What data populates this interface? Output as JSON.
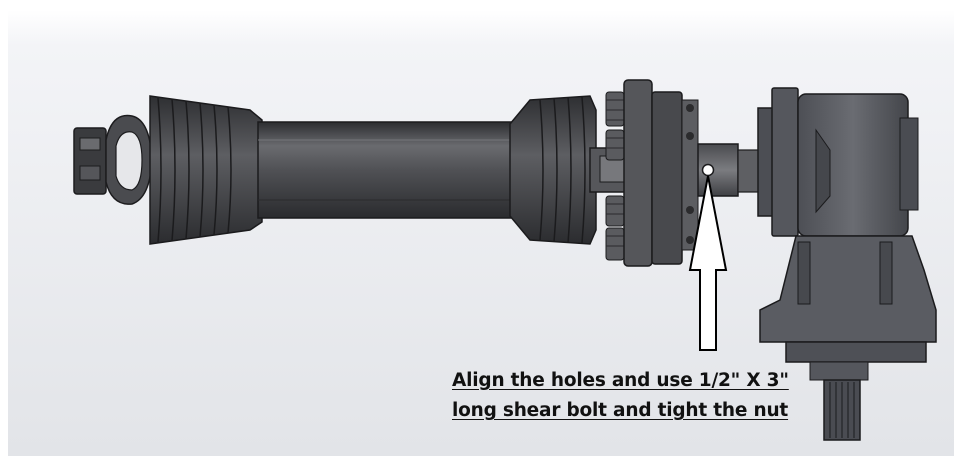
{
  "annotation": {
    "line1": "Align the holes and use 1/2\" X 3\"",
    "line2": "long shear bolt  and tight the nut"
  },
  "colors": {
    "background_top": "#f4f5f8",
    "background_bottom": "#e4e6ea",
    "metal_dark": "#3e3f42",
    "metal_mid": "#5c5d61",
    "metal_light": "#8a8c91",
    "gearbox": "#5a5c62",
    "arrow_stroke": "#000000"
  },
  "icons": {
    "pointer": "up-arrow-outline"
  }
}
